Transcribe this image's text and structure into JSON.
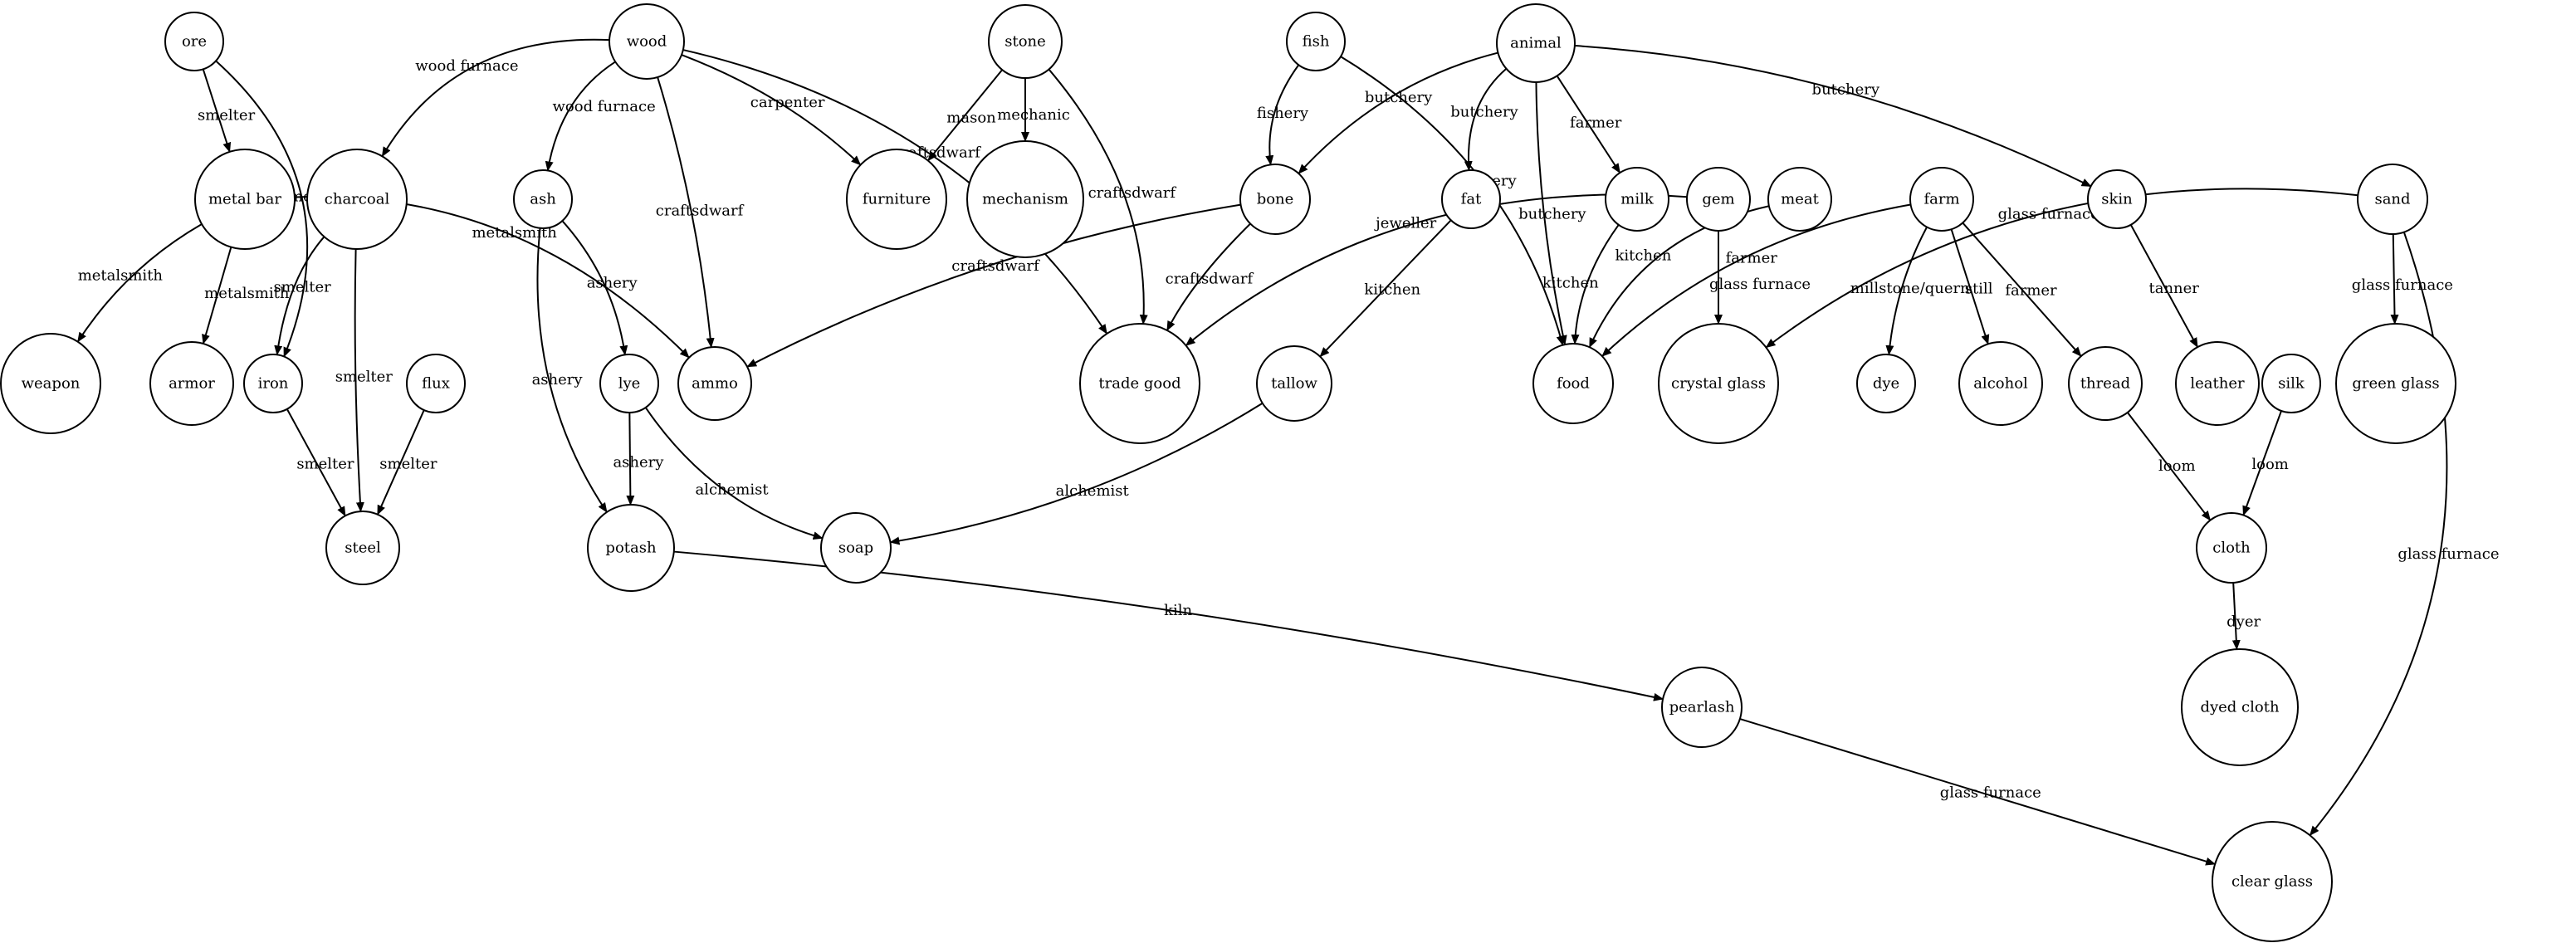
{
  "nodes": [
    {
      "id": "ore",
      "label": "ore"
    },
    {
      "id": "wood",
      "label": "wood"
    },
    {
      "id": "stone",
      "label": "stone"
    },
    {
      "id": "fish",
      "label": "fish"
    },
    {
      "id": "animal",
      "label": "animal"
    },
    {
      "id": "metal_bar",
      "label": "metal bar"
    },
    {
      "id": "charcoal",
      "label": "charcoal"
    },
    {
      "id": "ash",
      "label": "ash"
    },
    {
      "id": "furniture",
      "label": "furniture"
    },
    {
      "id": "mechanism",
      "label": "mechanism"
    },
    {
      "id": "bone",
      "label": "bone"
    },
    {
      "id": "fat",
      "label": "fat"
    },
    {
      "id": "milk",
      "label": "milk"
    },
    {
      "id": "gem",
      "label": "gem"
    },
    {
      "id": "meat",
      "label": "meat"
    },
    {
      "id": "farm",
      "label": "farm"
    },
    {
      "id": "skin",
      "label": "skin"
    },
    {
      "id": "sand",
      "label": "sand"
    },
    {
      "id": "weapon",
      "label": "weapon"
    },
    {
      "id": "armor",
      "label": "armor"
    },
    {
      "id": "iron",
      "label": "iron"
    },
    {
      "id": "flux",
      "label": "flux"
    },
    {
      "id": "lye",
      "label": "lye"
    },
    {
      "id": "ammo",
      "label": "ammo"
    },
    {
      "id": "trade_good",
      "label": "trade good"
    },
    {
      "id": "tallow",
      "label": "tallow"
    },
    {
      "id": "food",
      "label": "food"
    },
    {
      "id": "crystal_glass",
      "label": "crystal glass"
    },
    {
      "id": "dye",
      "label": "dye"
    },
    {
      "id": "alcohol",
      "label": "alcohol"
    },
    {
      "id": "thread",
      "label": "thread"
    },
    {
      "id": "leather",
      "label": "leather"
    },
    {
      "id": "silk",
      "label": "silk"
    },
    {
      "id": "green_glass",
      "label": "green glass"
    },
    {
      "id": "steel",
      "label": "steel"
    },
    {
      "id": "potash",
      "label": "potash"
    },
    {
      "id": "soap",
      "label": "soap"
    },
    {
      "id": "cloth",
      "label": "cloth"
    },
    {
      "id": "dyed_cloth",
      "label": "dyed cloth"
    },
    {
      "id": "pearlash",
      "label": "pearlash"
    },
    {
      "id": "clear_glass",
      "label": "clear glass"
    }
  ],
  "edges": [
    {
      "from": "ore",
      "to": "metal_bar",
      "label": "smelter"
    },
    {
      "from": "ore",
      "to": "iron",
      "label": "smelter"
    },
    {
      "from": "wood",
      "to": "charcoal",
      "label": "wood furnace"
    },
    {
      "from": "wood",
      "to": "ash",
      "label": "wood furnace"
    },
    {
      "from": "wood",
      "to": "ammo",
      "label": "craftsdwarf"
    },
    {
      "from": "wood",
      "to": "trade_good",
      "label": "craftsdwarf"
    },
    {
      "from": "wood",
      "to": "furniture",
      "label": "carpenter"
    },
    {
      "from": "stone",
      "to": "furniture",
      "label": "mason"
    },
    {
      "from": "stone",
      "to": "mechanism",
      "label": "mechanic"
    },
    {
      "from": "stone",
      "to": "trade_good",
      "label": "craftsdwarf"
    },
    {
      "from": "fish",
      "to": "bone",
      "label": "fishery"
    },
    {
      "from": "fish",
      "to": "food",
      "label": "fishery"
    },
    {
      "from": "animal",
      "to": "bone",
      "label": "butchery"
    },
    {
      "from": "animal",
      "to": "fat",
      "label": "butchery"
    },
    {
      "from": "animal",
      "to": "food",
      "label": "butchery"
    },
    {
      "from": "animal",
      "to": "milk",
      "label": "farmer"
    },
    {
      "from": "animal",
      "to": "skin",
      "label": "butchery"
    },
    {
      "from": "metal_bar",
      "to": "weapon",
      "label": "metalsmith"
    },
    {
      "from": "metal_bar",
      "to": "armor",
      "label": "metalsmith"
    },
    {
      "from": "metal_bar",
      "to": "ammo",
      "label": "metalsmith"
    },
    {
      "from": "charcoal",
      "to": "iron",
      "label": "smelter"
    },
    {
      "from": "charcoal",
      "to": "steel",
      "label": "smelter"
    },
    {
      "from": "ash",
      "to": "lye",
      "label": "ashery"
    },
    {
      "from": "ash",
      "to": "potash",
      "label": "ashery"
    },
    {
      "from": "bone",
      "to": "ammo",
      "label": "craftsdwarf"
    },
    {
      "from": "bone",
      "to": "trade_good",
      "label": "craftsdwarf"
    },
    {
      "from": "fat",
      "to": "tallow",
      "label": "kitchen"
    },
    {
      "from": "milk",
      "to": "food",
      "label": "kitchen"
    },
    {
      "from": "gem",
      "to": "trade_good",
      "label": "jeweller"
    },
    {
      "from": "gem",
      "to": "crystal_glass",
      "label": "glass furnace"
    },
    {
      "from": "meat",
      "to": "food",
      "label": "kitchen"
    },
    {
      "from": "farm",
      "to": "food",
      "label": "farmer"
    },
    {
      "from": "farm",
      "to": "dye",
      "label": "millstone/quern"
    },
    {
      "from": "farm",
      "to": "alcohol",
      "label": "still"
    },
    {
      "from": "farm",
      "to": "thread",
      "label": "farmer"
    },
    {
      "from": "skin",
      "to": "leather",
      "label": "tanner"
    },
    {
      "from": "sand",
      "to": "crystal_glass",
      "label": "glass furnace"
    },
    {
      "from": "sand",
      "to": "green_glass",
      "label": "glass furnace"
    },
    {
      "from": "sand",
      "to": "clear_glass",
      "label": "glass furnace"
    },
    {
      "from": "iron",
      "to": "steel",
      "label": "smelter"
    },
    {
      "from": "flux",
      "to": "steel",
      "label": "smelter"
    },
    {
      "from": "lye",
      "to": "potash",
      "label": "ashery"
    },
    {
      "from": "lye",
      "to": "soap",
      "label": "alchemist"
    },
    {
      "from": "tallow",
      "to": "soap",
      "label": "alchemist"
    },
    {
      "from": "thread",
      "to": "cloth",
      "label": "loom"
    },
    {
      "from": "silk",
      "to": "cloth",
      "label": "loom"
    },
    {
      "from": "cloth",
      "to": "dyed_cloth",
      "label": "dyer"
    },
    {
      "from": "potash",
      "to": "pearlash",
      "label": "kiln"
    },
    {
      "from": "pearlash",
      "to": "clear_glass",
      "label": "glass furnace"
    }
  ]
}
